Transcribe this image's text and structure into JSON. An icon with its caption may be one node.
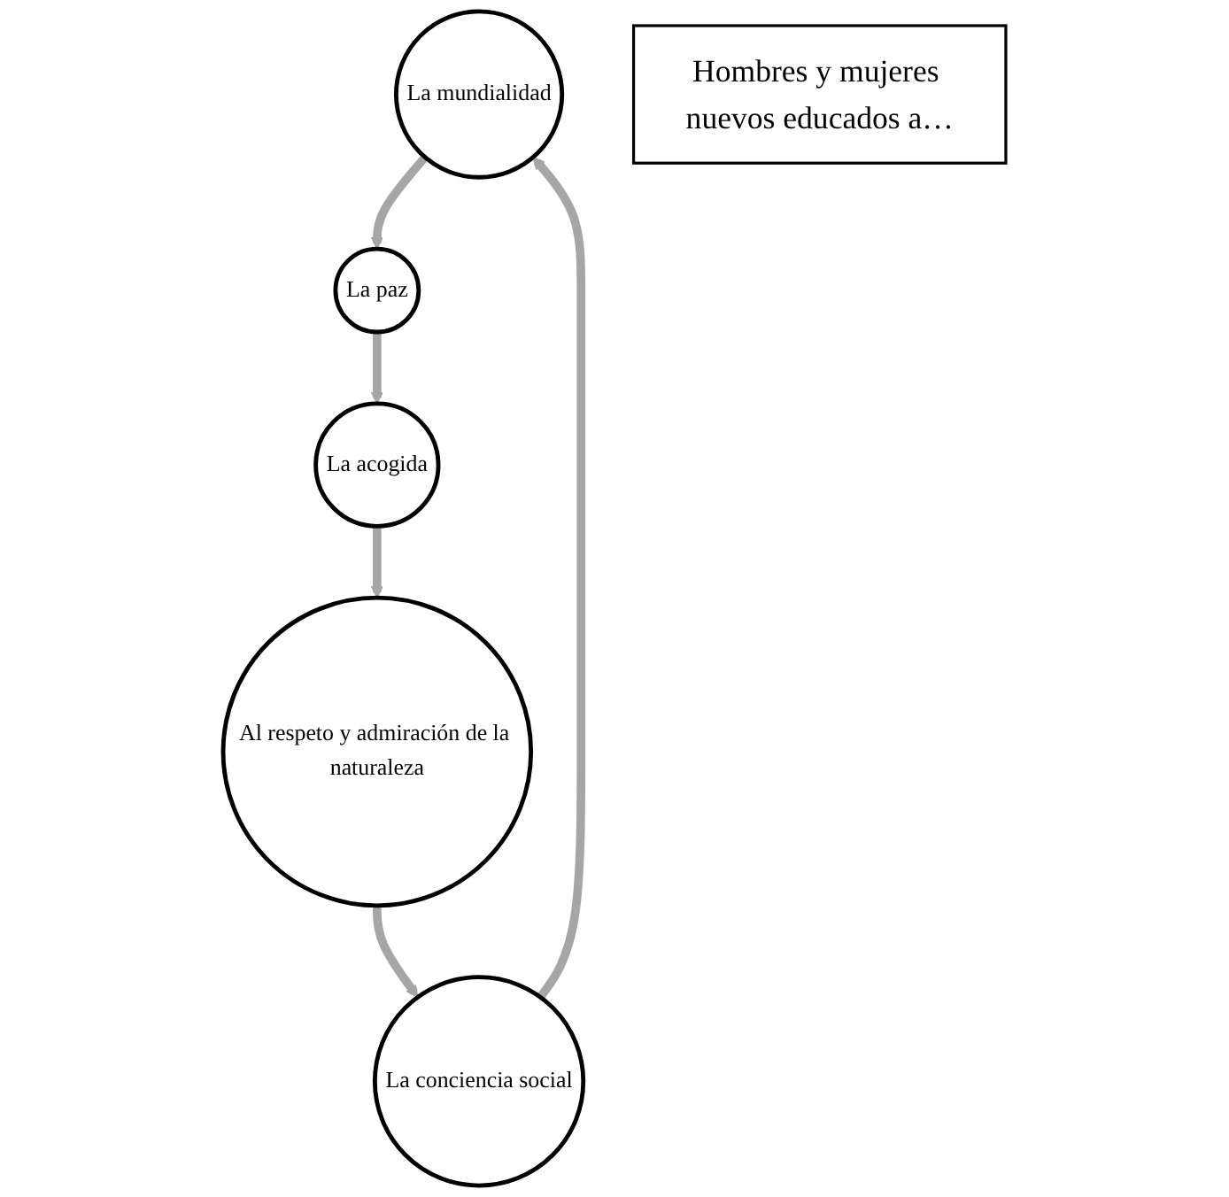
{
  "diagram": {
    "nodes": [
      {
        "text": [
          "La mundialidad"
        ]
      },
      {
        "text": [
          "La paz"
        ]
      },
      {
        "text": [
          "La acogida"
        ]
      },
      {
        "text": [
          "Al respeto y admiración de la naturaleza"
        ]
      },
      {
        "text": [
          "La conciencia social"
        ]
      },
      {
        "text": [
          "Hombres y mujeres nuevos educados a…"
        ]
      }
    ],
    "edges": [
      {
        "from": 0,
        "to": 1,
        "arrow": "to",
        "color": "#a6a6a6"
      },
      {
        "from": 1,
        "to": 2,
        "arrow": "to",
        "color": "#a6a6a6"
      },
      {
        "from": 2,
        "to": 3,
        "arrow": "to",
        "color": "#a6a6a6"
      },
      {
        "from": 3,
        "to": 4,
        "arrow": "to",
        "color": "#a6a6a6"
      },
      {
        "from": 4,
        "to": 0,
        "arrow": "to",
        "color": "#a6a6a6"
      }
    ]
  }
}
